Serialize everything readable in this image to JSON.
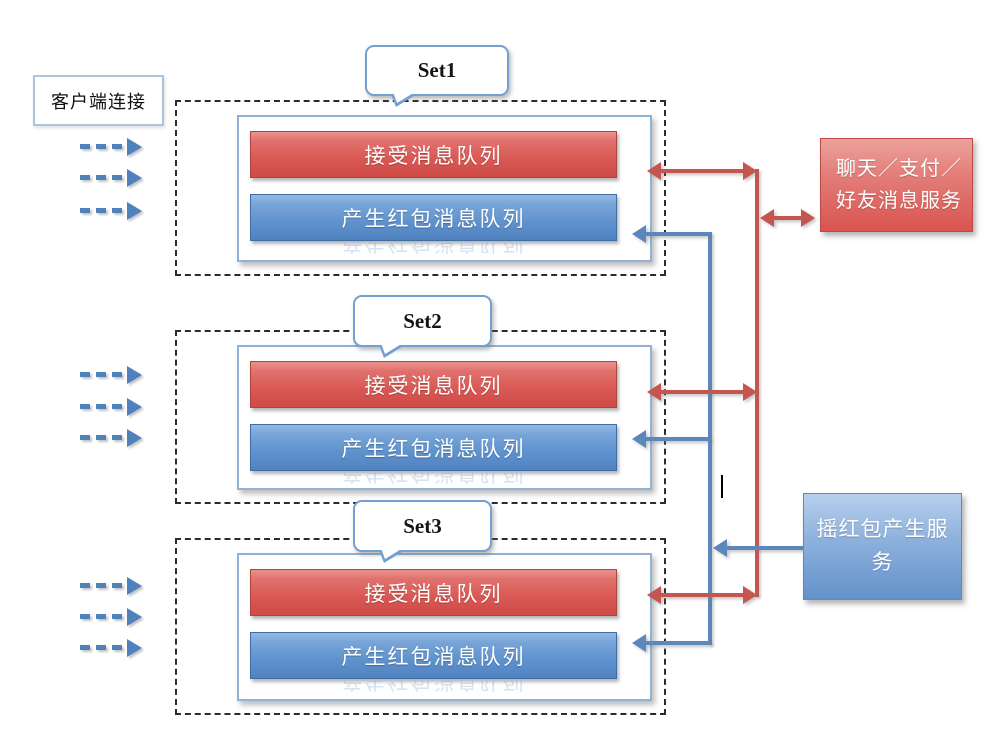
{
  "client": {
    "label": "客户端连接"
  },
  "sets": [
    {
      "name": "Set1",
      "receive_queue": "接受消息队列",
      "generate_queue": "产生红包消息队列"
    },
    {
      "name": "Set2",
      "receive_queue": "接受消息队列",
      "generate_queue": "产生红包消息队列"
    },
    {
      "name": "Set3",
      "receive_queue": "接受消息队列",
      "generate_queue": "产生红包消息队列"
    }
  ],
  "services": {
    "chat": {
      "line1": "聊天／支付／",
      "line2": "好友消息服务"
    },
    "shake": {
      "label": "摇红包产生服务"
    }
  },
  "colors": {
    "red_accent": "#c5564f",
    "blue_accent": "#5b87bd",
    "queue_red": "#da5954",
    "queue_blue": "#6093ce",
    "callout_border": "#74a0d0"
  }
}
